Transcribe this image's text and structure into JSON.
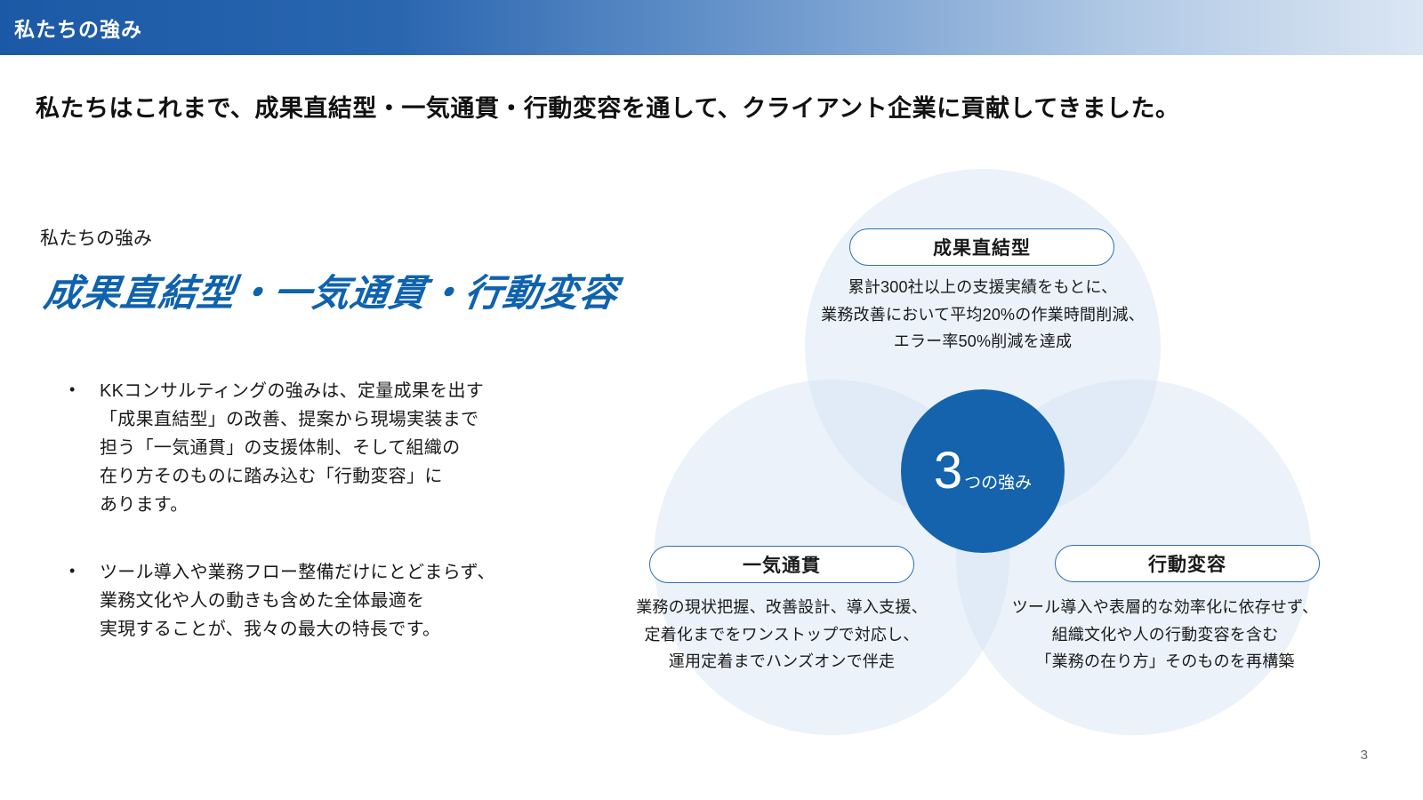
{
  "header": {
    "title": "私たちの強み"
  },
  "lead": "私たちはこれまで、成果直結型・一気通貫・行動変容を通して、クライアント企業に貢献してきました。",
  "left": {
    "label": "私たちの強み",
    "title": "成果直結型・一気通貫・行動変容",
    "bullet_marker": "•",
    "bullets": [
      "KKコンサルティングの強みは、定量成果を出す\n「成果直結型」の改善、提案から現場実装まで\n担う「一気通貫」の支援体制、そして組織の\n在り方そのものに踏み込む「行動変容」に\nあります。",
      "ツール導入や業務フロー整備だけにとどまらず、\n業務文化や人の動きも含めた全体最適を\n実現することが、我々の最大の特長です。"
    ]
  },
  "venn": {
    "center": {
      "number": "3",
      "suffix": "つの強み"
    },
    "items": [
      {
        "label": "成果直結型",
        "description": "累計300社以上の支援実績をもとに、\n業務改善において平均20%の作業時間削減、\nエラー率50%削減を達成"
      },
      {
        "label": "一気通貫",
        "description": "業務の現状把握、改善設計、導入支援、\n定着化までをワンストップで対応し、\n運用定着までハンズオンで伴走"
      },
      {
        "label": "行動変容",
        "description": "ツール導入や表層的な効率化に依存せず、\n組織文化や人の行動変容を含む\n「業務の在り方」そのものを再構築"
      }
    ]
  },
  "page_number": "3",
  "colors": {
    "header_gradient_start": "#1b59a6",
    "header_gradient_end": "#dbe6f3",
    "title_blue": "#0f62ad",
    "venn_light_blue": "#e9f1fa",
    "venn_center_blue": "#1463ac",
    "pill_border_blue": "#2e6fb2"
  }
}
